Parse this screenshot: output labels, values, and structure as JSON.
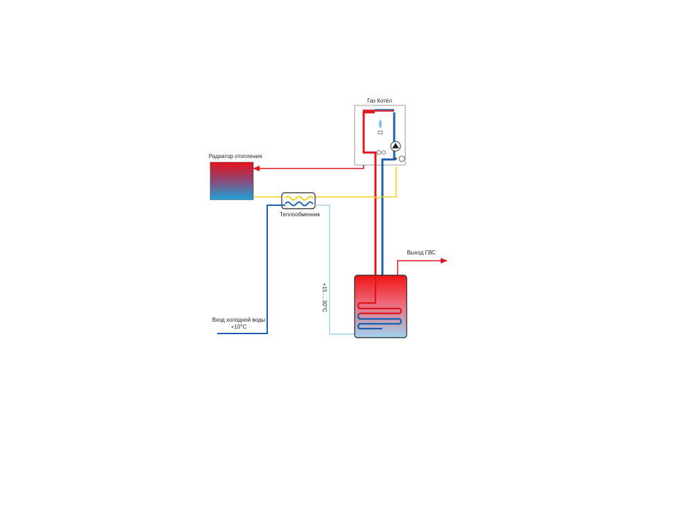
{
  "labels": {
    "boiler": "Газ Котёл",
    "radiator": "Радиатор отопления",
    "heat_exchanger": "Теплообменник",
    "hot_water_out": "Выход ГВС",
    "cold_water_in_line1": "Вход холодной воды",
    "cold_water_in_line2": "+10°C",
    "mixed_temp": "+15 ... 30°C"
  },
  "colors": {
    "hot": "#e0141c",
    "cold": "#1a5fb0",
    "yellow_pipe": "#f2d21e",
    "light_blue_pipe": "#9fd2ef",
    "frame": "#9a9a9a"
  }
}
